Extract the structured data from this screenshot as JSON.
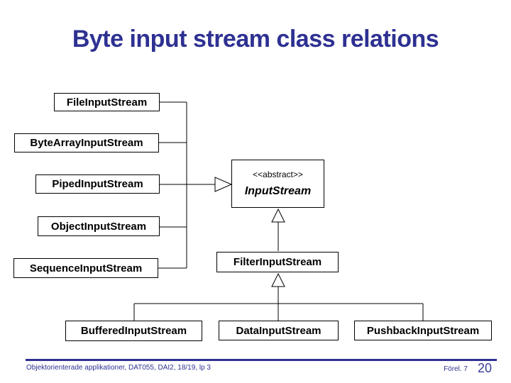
{
  "slide": {
    "title": "Byte input stream class relations"
  },
  "nodes": {
    "file_input_stream": {
      "label": "FileInputStream"
    },
    "byte_array_input_stream": {
      "label": "ByteArrayInputStream"
    },
    "piped_input_stream": {
      "label": "PipedInputStream"
    },
    "object_input_stream": {
      "label": "ObjectInputStream"
    },
    "sequence_input_stream": {
      "label": "SequenceInputStream"
    },
    "input_stream": {
      "stereotype": "<<abstract>>",
      "label": "InputStream"
    },
    "filter_input_stream": {
      "label": "FilterInputStream"
    },
    "buffered_input_stream": {
      "label": "BufferedInputStream"
    },
    "data_input_stream": {
      "label": "DataInputStream"
    },
    "pushback_input_stream": {
      "label": "PushbackInputStream"
    }
  },
  "relations": [
    "FileInputStream extends InputStream",
    "ByteArrayInputStream extends InputStream",
    "PipedInputStream extends InputStream",
    "ObjectInputStream extends InputStream",
    "SequenceInputStream extends InputStream",
    "FilterInputStream extends InputStream",
    "BufferedInputStream extends FilterInputStream",
    "DataInputStream extends FilterInputStream",
    "PushbackInputStream extends FilterInputStream"
  ],
  "footer": {
    "left": "Objektorienterade applikationer, DAT055, DAI2, 18/19, lp 3",
    "lecture": "Förel. 7",
    "page": "20"
  },
  "colors": {
    "accent": "#2E3192",
    "line": "#000000",
    "box_background": "#ffffff"
  }
}
